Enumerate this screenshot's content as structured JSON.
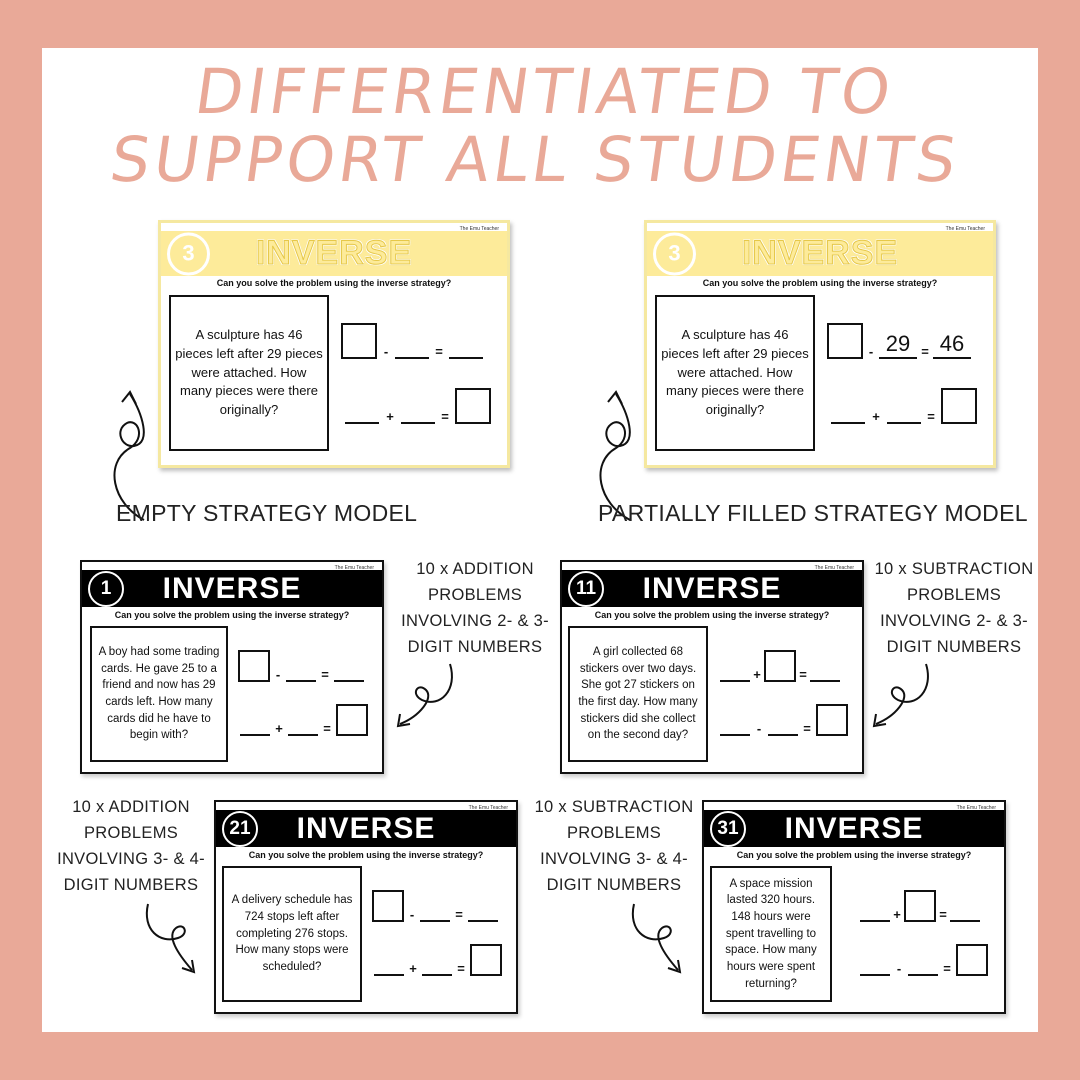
{
  "headline": "DIFFERENTIATED TO SUPPORT ALL STUDENTS",
  "captions": {
    "empty": "EMPTY STRATEGY MODEL",
    "partial": "PARTIALLY FILLED STRATEGY MODEL"
  },
  "notes": {
    "add23": "10 x ADDITION PROBLEMS INVOLVING 2- & 3-DIGIT NUMBERS",
    "sub23": "10 x SUBTRACTION PROBLEMS INVOLVING 2- & 3-DIGIT NUMBERS",
    "add34": "10 x ADDITION PROBLEMS INVOLVING 3- & 4-DIGIT NUMBERS",
    "sub34": "10 x SUBTRACTION PROBLEMS INVOLVING 3- & 4- DIGIT NUMBERS"
  },
  "brand": "The Emu Teacher",
  "slide_title": "INVERSE",
  "prompt": "Can you solve the problem using the inverse strategy?",
  "ops": {
    "minus": "-",
    "plus": "+",
    "equals": "="
  },
  "slides": {
    "empty": {
      "number": "3",
      "text": "A sculpture has 46 pieces left after 29 pieces were attached. How many pieces were there originally?"
    },
    "partial": {
      "number": "3",
      "text": "A sculpture has 46 pieces left after 29 pieces were attached. How many pieces were there originally?",
      "fill1": "29",
      "fill2": "46"
    },
    "s1": {
      "number": "1",
      "text": "A boy had some trading cards. He gave 25 to a friend and now has 29 cards left. How many cards did he have to begin with?"
    },
    "s11": {
      "number": "11",
      "text": "A girl collected 68 stickers over two days. She got 27 stickers on the first day. How many stickers did she collect on the second day?"
    },
    "s21": {
      "number": "21",
      "text": "A delivery schedule has 724 stops left after completing 276 stops. How many stops were scheduled?"
    },
    "s31": {
      "number": "31",
      "text": "A space mission lasted 320 hours. 148 hours were spent travelling to space. How many hours were spent returning?"
    }
  }
}
